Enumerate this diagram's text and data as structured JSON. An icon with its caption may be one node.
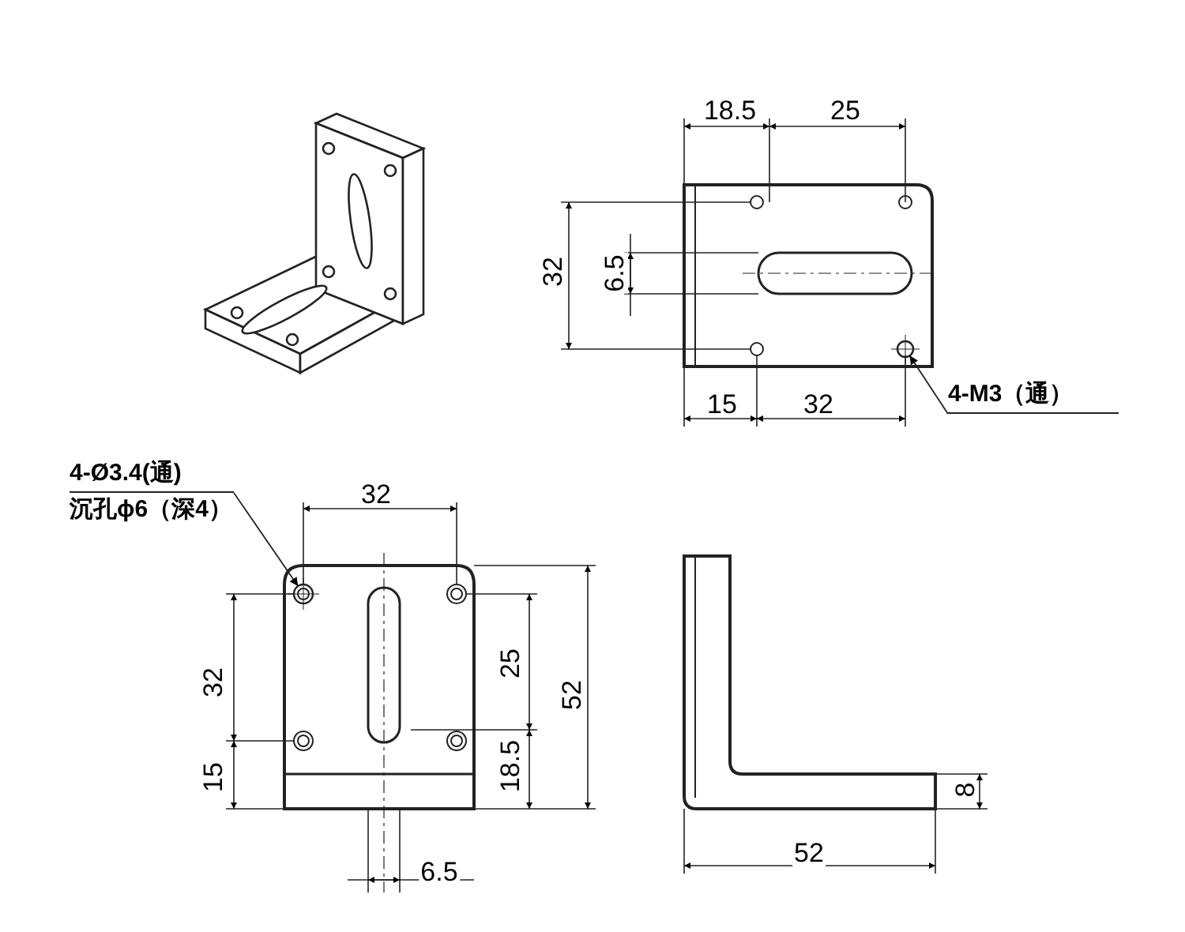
{
  "diagram": {
    "nodes": [
      {
        "text": [
          "4-M3（通）"
        ]
      },
      {
        "text": [],
        "shape": "circle"
      },
      {
        "text": [
          "4-Ø3.4(通)",
          "沉孔ϕ6（深4）"
        ]
      },
      {
        "text": [],
        "shape": "circle"
      }
    ],
    "edges": [
      {
        "from": 0,
        "to": 1,
        "arrow": "to"
      },
      {
        "from": 2,
        "to": 3,
        "arrow": "to"
      }
    ],
    "labels": [
      "18.5",
      "25",
      "32",
      "6.5",
      "15",
      "32",
      "32",
      "32",
      "25",
      "52",
      "15",
      "18.5",
      "6.5",
      "8",
      "52"
    ]
  }
}
